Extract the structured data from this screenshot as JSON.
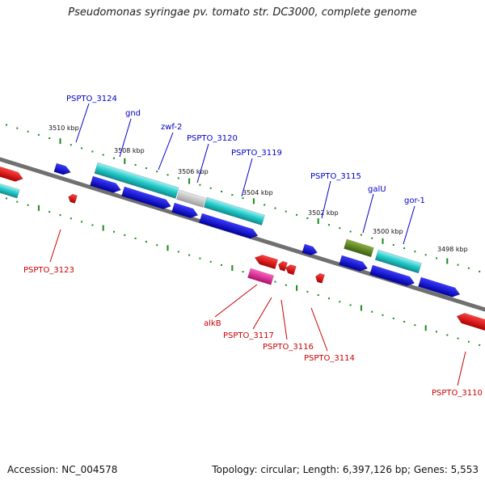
{
  "title": "Pseudomonas syringae pv. tomato str. DC3000, complete genome",
  "footer": {
    "accession": "Accession: NC_004578",
    "topology": "Topology: circular; Length: 6,397,126 bp; Genes: 5,553"
  },
  "kbp_labels": [
    "3510 kbp",
    "3508 kbp",
    "3506 kbp",
    "3504 kbp",
    "3502 kbp",
    "3500 kbp",
    "3498 kbp"
  ],
  "gene_labels_top": [
    "PSPTO_3124",
    "gnd",
    "zwf-2",
    "PSPTO_3120",
    "PSPTO_3119",
    "PSPTO_3115",
    "galU",
    "gor-1"
  ],
  "gene_labels_bottom": [
    "PSPTO_3123",
    "alkB",
    "PSPTO_3117",
    "PSPTO_3116",
    "PSPTO_3114",
    "PSPTO_3110"
  ],
  "colors": {
    "top_label": "#0000cc",
    "bottom_label": "#cc0000",
    "backbone": "#808080",
    "blue_gene": "#1010e0",
    "cyan_gene": "#20c8c8",
    "red_gene": "#ee1010",
    "magenta_gene": "#e0208a",
    "olive_gene": "#5a8a20",
    "gray_gene": "#c0c0c0",
    "tick": "#1a8a1a"
  }
}
